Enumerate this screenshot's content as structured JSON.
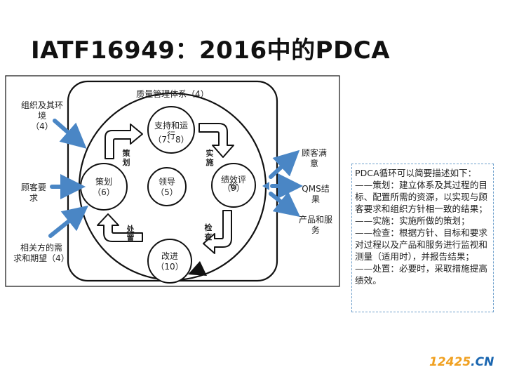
{
  "title": "IATF16949：2016中的PDCA",
  "diagram": {
    "system_label": "质量管理体系（4）",
    "left_inputs": {
      "context": [
        "组织及其环",
        "境",
        "（4）"
      ],
      "customer_req": [
        "顾客要",
        "求"
      ],
      "interested": [
        "相关方的需",
        "求和期望（4）"
      ]
    },
    "right_outputs": {
      "satisfaction": [
        "顾客满",
        "意"
      ],
      "qms": [
        "QMS结",
        "果"
      ],
      "products": [
        "产品和服",
        "务"
      ]
    },
    "nodes": {
      "support": [
        "支持和运",
        "行",
        "（7、8）"
      ],
      "planning": [
        "策划",
        "（6）"
      ],
      "leadership": [
        "领导",
        "（5）"
      ],
      "performance": [
        "绩效评",
        "价",
        "（9）"
      ],
      "improvement": [
        "改进",
        "（10）"
      ]
    },
    "phases": {
      "plan": "策划",
      "do": "实施",
      "check": "检查",
      "act": "处置"
    }
  },
  "note": {
    "lines": [
      "PDCA循环可以简要描述如下：",
      "——策划：建立体系及其过程的目标、配置所需的资源，以实现与顾客要求和组织方针相一致的结果；",
      "——实施：实施所做的策划；",
      "——检查：根据方针、目标和要求对过程以及产品和服务进行监视和测量（适用时），并报告结果；",
      "——处置：必要时，采取措施提高绩效。"
    ]
  },
  "watermark": {
    "num": "12425",
    "dom": ".CN"
  },
  "colors": {
    "arrow_blue": "#4a86c5",
    "border": "#111111",
    "note_border": "#6fa0cc"
  }
}
